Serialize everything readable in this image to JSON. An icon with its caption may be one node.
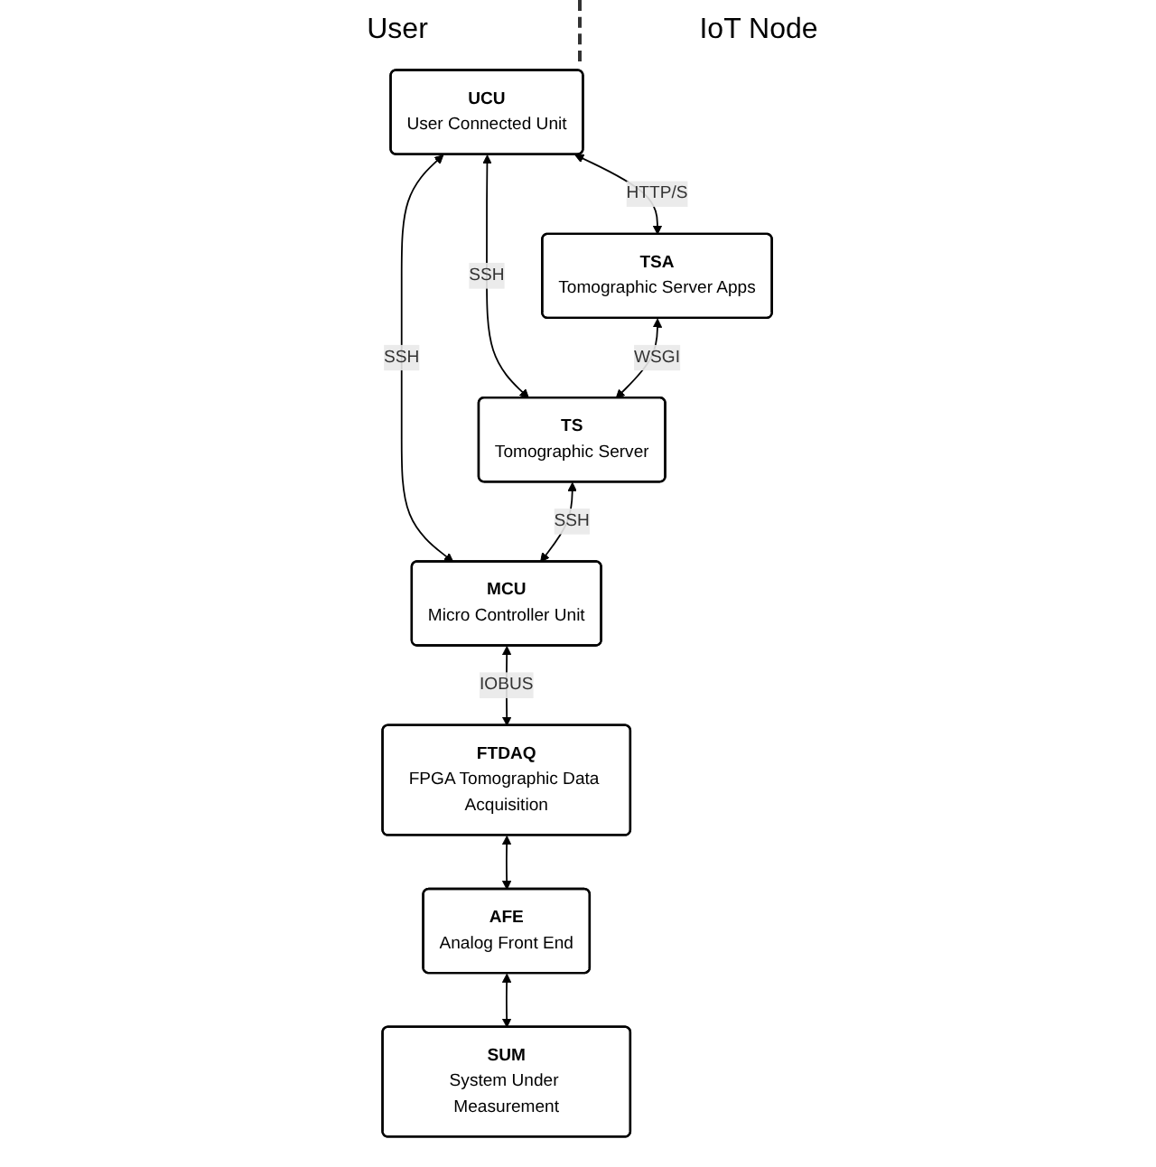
{
  "diagram": {
    "nodes": [
      {
        "text": [
          "UCU",
          "User Connected Unit"
        ]
      },
      {
        "text": [
          "TSA",
          "Tomographic Server Apps"
        ]
      },
      {
        "text": [
          "TS",
          "Tomographic Server"
        ]
      },
      {
        "text": [
          "MCU",
          "Micro Controller Unit"
        ]
      },
      {
        "text": [
          "FTDAQ",
          "FPGA Tomographic Data Acquisition"
        ]
      },
      {
        "text": [
          "AFE",
          "Analog Front End"
        ]
      },
      {
        "text": [
          "SUM",
          "System Under Measurement"
        ]
      }
    ],
    "edges": [
      {
        "from": 0,
        "to": 1,
        "arrow": "both",
        "label": "HTTP/S"
      },
      {
        "from": 0,
        "to": 2,
        "arrow": "both",
        "label": "SSH"
      },
      {
        "from": 0,
        "to": 3,
        "arrow": "both",
        "label": "SSH"
      },
      {
        "from": 1,
        "to": 2,
        "arrow": "both",
        "label": "WSGI"
      },
      {
        "from": 2,
        "to": 3,
        "arrow": "both",
        "label": "SSH"
      },
      {
        "from": 3,
        "to": 4,
        "arrow": "both",
        "label": "IOBUS"
      },
      {
        "from": 4,
        "to": 5,
        "arrow": "both"
      },
      {
        "from": 5,
        "to": 6,
        "arrow": "both"
      }
    ],
    "labels": [
      "User",
      "IoT Node"
    ]
  }
}
